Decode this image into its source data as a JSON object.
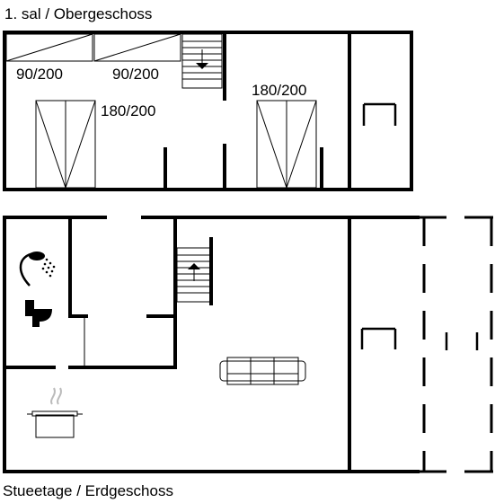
{
  "floors": {
    "upper": {
      "label": "1. sal / Obergeschoss",
      "beds": [
        "90/200",
        "90/200",
        "180/200",
        "180/200"
      ]
    },
    "ground": {
      "label": "Stueetage / Erdgeschoss"
    }
  },
  "icons": [
    "shower-icon",
    "toilet-icon",
    "stairs-down-icon",
    "stairs-up-icon",
    "sofa-icon",
    "cooking-pot-icon"
  ],
  "colors": {
    "line": "#000000",
    "background": "#ffffff"
  }
}
